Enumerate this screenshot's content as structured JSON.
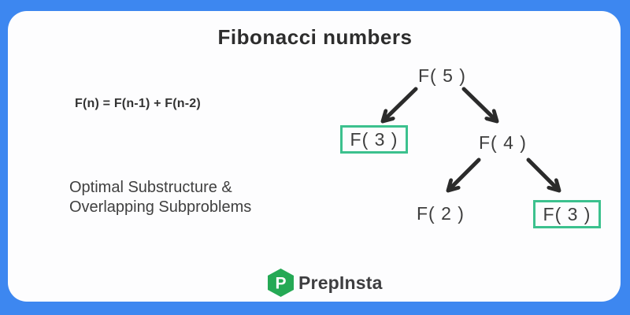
{
  "header": {
    "title": "Fibonacci numbers"
  },
  "left_panel": {
    "formula": "F(n) = F(n-1) + F(n-2)",
    "note_line1": "Optimal Substructure &",
    "note_line2": "Overlapping Subproblems"
  },
  "tree": {
    "root_label": "F( 5 )",
    "level1": [
      {
        "label": "F( 3 )",
        "highlighted": true
      },
      {
        "label": "F( 4 )",
        "highlighted": false
      }
    ],
    "level2": [
      {
        "label": "F( 2 )",
        "highlighted": false
      },
      {
        "label": "F( 3 )",
        "highlighted": true
      }
    ]
  },
  "footer": {
    "logo_letter": "P",
    "brand_name": "PrepInsta"
  },
  "colors": {
    "background_blue": "#3d87f0",
    "card_white": "#fdfdfe",
    "text_dark": "#2d2d2d",
    "highlight_green_border": "#3cc18e",
    "logo_green": "#25a955",
    "arrow_dark": "#2b2b2b"
  }
}
